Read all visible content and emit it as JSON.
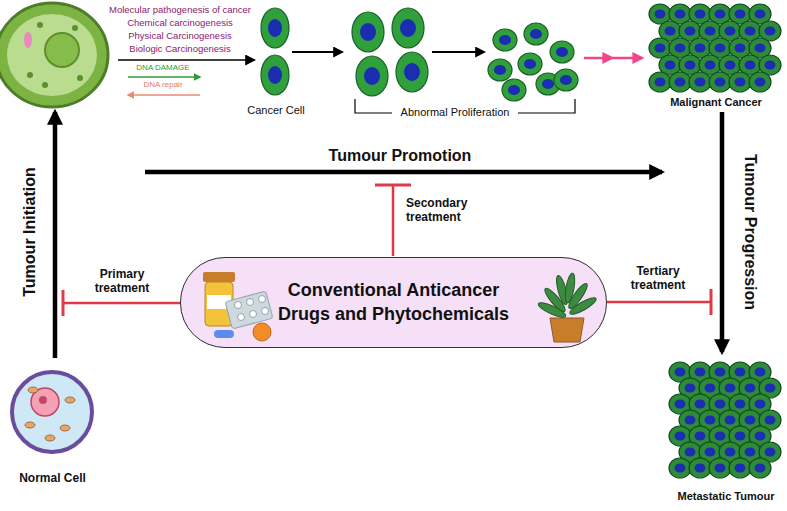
{
  "diagram": {
    "nodes": [
      {
        "text": [
          "Cancer Cell"
        ]
      },
      {
        "text": [
          "Malignant Cancer"
        ]
      },
      {
        "text": [
          "Conventional Anticancer Drugs and Phytochemicals"
        ]
      },
      {
        "text": [
          "Normal Cell"
        ]
      },
      {
        "text": [
          "Metastatic Tumour"
        ]
      }
    ],
    "edges": [
      {
        "from": 1,
        "to": 4,
        "label": "Tumour Progression",
        "arrow": "to"
      }
    ],
    "labels": [
      "Molecular pathogenesis of cancer",
      "Chemical carcinogenesis",
      "Physical Carcinogenesis",
      "Biologic Carcinogenesis",
      "DNA DAMAGE",
      "DNA repair",
      "Abnormal Proliferation",
      "Tumour Promotion",
      "Tumour Initiation",
      "Secondary treatment",
      "Primary treatment",
      "Tertiary treatment"
    ]
  }
}
